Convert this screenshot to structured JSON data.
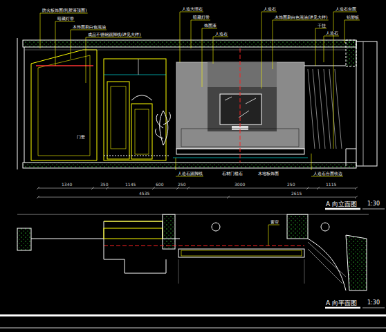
{
  "diagram": {
    "labels": [
      "防火板饰面(乳胶漆顶面)",
      "暗藏灯带",
      "木饰面刷白色混油",
      "成品不锈钢踢脚线(详见大样)",
      "人造大理石",
      "暗藏灯带",
      "饰面漆",
      "人造石",
      "人造石",
      "木饰面刷白色混油(详见大样)",
      "干挂",
      "人造石",
      "人造石台面",
      "铝塑板",
      "门套",
      "人造石踢脚线",
      "石材门槛石",
      "木地板饰面",
      "人造石台面收边",
      "1340",
      "350",
      "1145",
      "600",
      "250",
      "3000",
      "250",
      "1115",
      "4535",
      "2615",
      "A 向立面图",
      "1:30",
      "窗帘",
      "A 向平面图",
      "1:30"
    ]
  }
}
